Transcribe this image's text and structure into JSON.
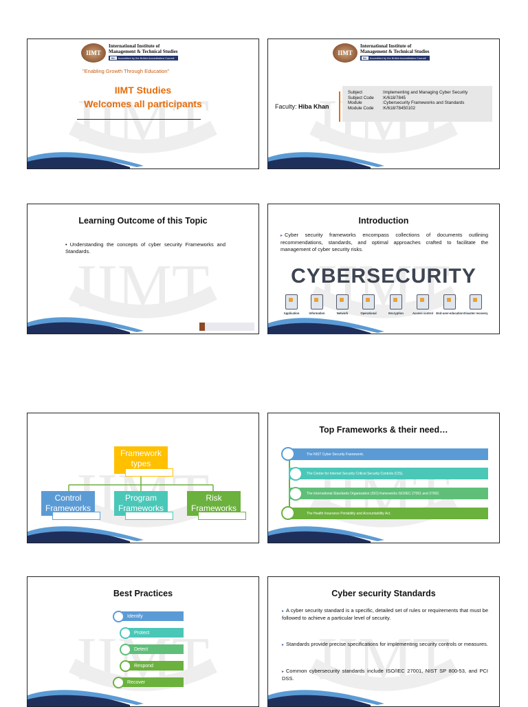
{
  "logo": {
    "initials": "IIMT",
    "name_line1": "International Institute of",
    "name_line2": "Management & Technical Studies",
    "bc": "BC",
    "accredited": "Accredited by the British Accreditation Council"
  },
  "watermark": {
    "letters": "IIMT"
  },
  "slide1": {
    "tagline": "\"Enabling Growth Through Education\"",
    "title_line1": "IIMT Studies",
    "title_line2": "Welcomes all participants"
  },
  "slide2": {
    "faculty_label": "Faculty:",
    "faculty_name": "Hiba Khan",
    "rows": [
      {
        "k": "Subject",
        "v": ":Implementing and Managing Cyber Security"
      },
      {
        "k": "Subject Code",
        "v": ":K/618/7845"
      },
      {
        "k": "Module",
        "v": ":Cybersecurity Frameworks and Standards"
      },
      {
        "k": "Module Code",
        "v": ":K/618/78450102"
      }
    ]
  },
  "slide3": {
    "title": "Learning Outcome of this Topic",
    "bullet": "Understanding the concepts of cyber security Frameworks and Standards."
  },
  "slide4": {
    "title": "Introduction",
    "bullet": "Cyber security frameworks encompass collections of documents outlining recommendations, standards, and optimal approaches crafted to facilitate the management of cyber security risks.",
    "banner": "CYBERSECURITY",
    "icons": [
      "Application",
      "Information",
      "Network",
      "Operational",
      "Encryption",
      "Access control",
      "End-user-education",
      "Disaster recovery"
    ]
  },
  "slide5": {
    "top": "Framework types",
    "boxes": [
      "Control Frameworks",
      "Program Frameworks",
      "Risk Frameworks"
    ]
  },
  "slide6": {
    "title": "Top Frameworks & their need…",
    "items": [
      "The NIST Cyber Security Framework.",
      "The Center for Internet Security Critical Security Controls (CIS).",
      "The International Standards Organization (ISO) frameworks ISO/IEC 27001 and 27002.",
      "The Health Insurance Portability and Accountability Act."
    ]
  },
  "slide7": {
    "title": "Best Practices",
    "steps": [
      "Identify",
      "Protect",
      "Detect",
      "Respond",
      "Recover"
    ]
  },
  "slide8": {
    "title": "Cyber security Standards",
    "bullets": [
      "A cyber security standard is a specific, detailed set of rules or requirements that must be followed to achieve a particular level of security.",
      "Standards provide precise specifications for implementing security controls or measures.",
      "Common cybersecurity standards include ISO/IEC 27001, NIST SP 800-53, and PCI DSS."
    ]
  },
  "colors": {
    "orange": "#e46c0a",
    "blue": "#5b9bd5",
    "navy": "#1f2f5c",
    "teal": "#4bc7b8",
    "green": "#6bb13d",
    "yellow": "#ffc000"
  }
}
